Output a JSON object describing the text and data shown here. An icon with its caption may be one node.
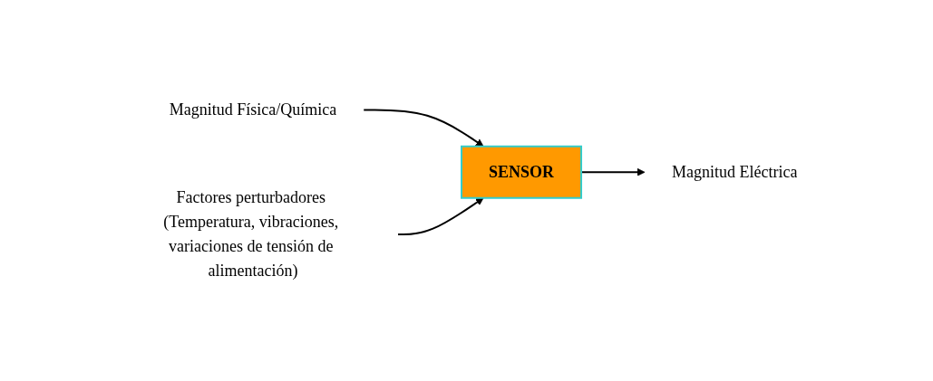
{
  "diagram": {
    "nodes": [
      {
        "text": [
          "Magnitud Física/Química"
        ]
      },
      {
        "text": [
          "SENSOR"
        ]
      },
      {
        "text": [
          "Magnitud Eléctrica"
        ]
      },
      {
        "text": [
          "Factores perturbadores (Temperatura, vibraciones, variaciones de tensión de alimentación)"
        ]
      }
    ],
    "edges": [
      {
        "from": 0,
        "to": 1,
        "arrow": "to"
      },
      {
        "from": 1,
        "to": 2,
        "arrow": "to"
      },
      {
        "from": 3,
        "to": 1,
        "arrow": "to"
      }
    ]
  }
}
